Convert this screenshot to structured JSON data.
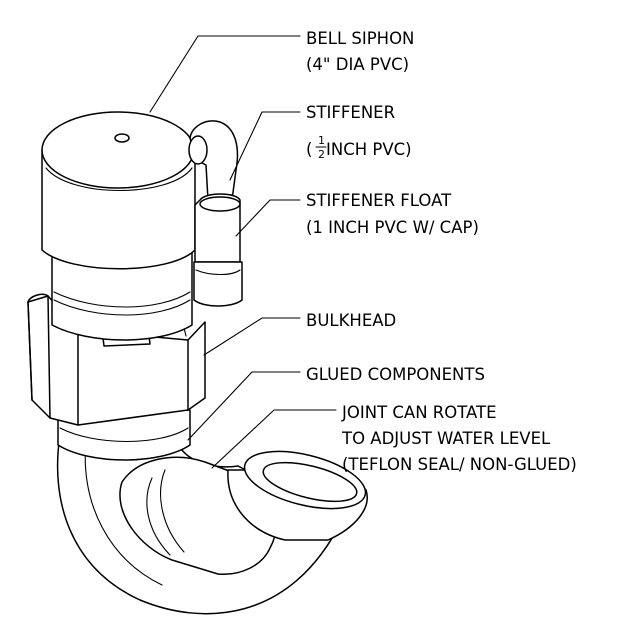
{
  "labels": {
    "bell_siphon": {
      "line1": "BELL SIPHON",
      "line2": "(4\" DIA PVC)"
    },
    "stiffener": {
      "line1": "STIFFENER",
      "line2_open": "(",
      "fraction_num": "1",
      "fraction_den": "2",
      "line2_rest": " INCH PVC)"
    },
    "stiffener_float": {
      "line1": "STIFFENER FLOAT",
      "line2": "(1 INCH PVC W/ CAP)"
    },
    "bulkhead": {
      "line1": "BULKHEAD"
    },
    "glued_components": {
      "line1": "GLUED COMPONENTS"
    },
    "rotating_joint": {
      "line1": "JOINT CAN ROTATE",
      "line2": "TO ADJUST WATER LEVEL",
      "line3": "(TEFLON SEAL/ NON-GLUED)"
    }
  }
}
